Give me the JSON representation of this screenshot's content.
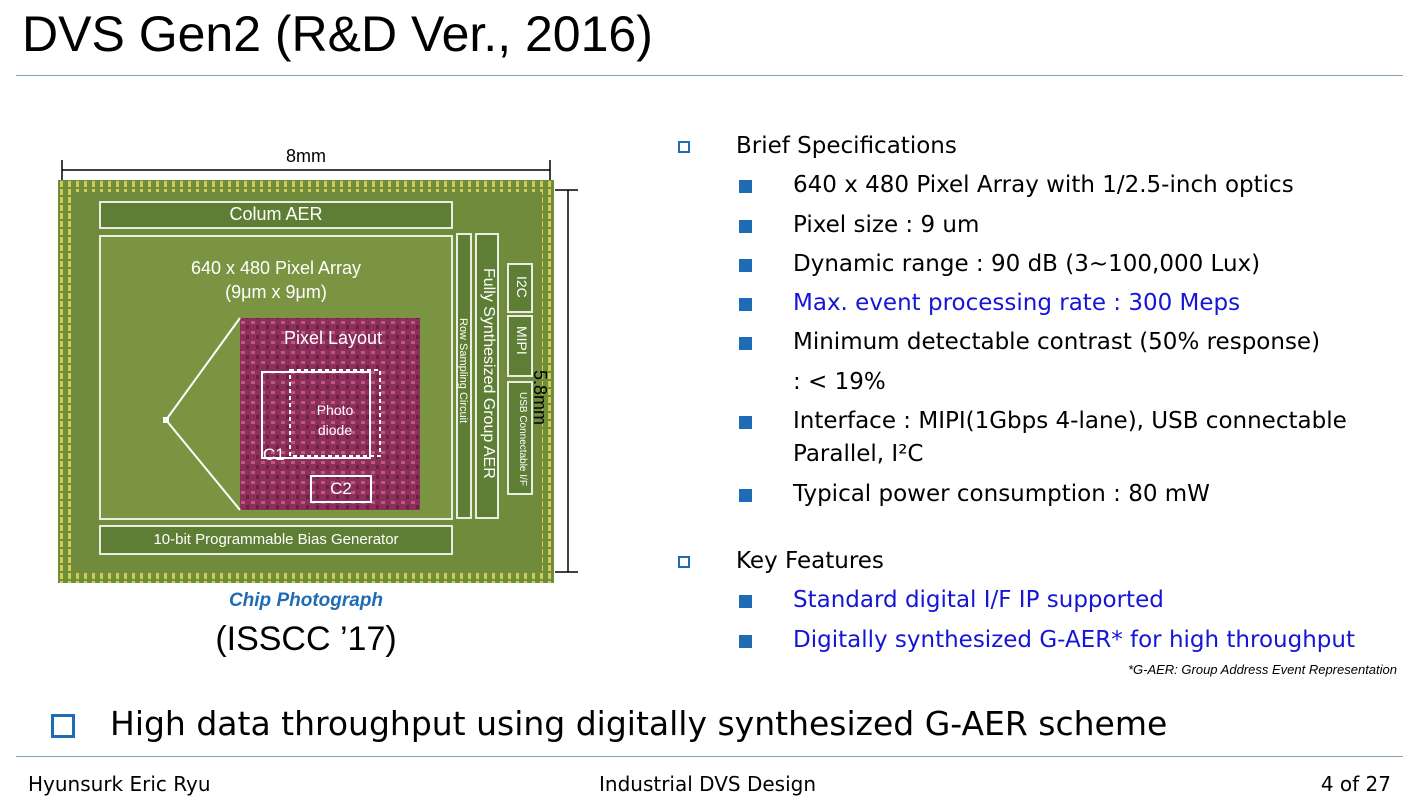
{
  "slide": {
    "title": "DVS Gen2 (R&D Ver., 2016)"
  },
  "figure": {
    "dim_width": "8mm",
    "dim_height": "5.8mm",
    "block_column_aer": "Colum AER",
    "block_pixel_array_line1": "640 x 480 Pixel Array",
    "block_pixel_array_line2": "(9μm x 9μm)",
    "block_pixel_layout": "Pixel Layout",
    "block_photo_line1": "Photo",
    "block_photo_line2": "diode",
    "block_c1": "C1",
    "block_c2": "C2",
    "block_row_sampling": "Row Sampling Circuit",
    "block_group_aer": "Fully Synthesized Group AER",
    "block_i2c": "I2C",
    "block_mipi": "MIPI",
    "block_usb": "USB Connectable I/F",
    "block_bias": "10-bit Programmable Bias Generator",
    "caption": "Chip Photograph",
    "citation": "(ISSCC ’17)"
  },
  "specs": {
    "heading": "Brief Specifications",
    "items": [
      "640 x 480 Pixel Array with 1/2.5-inch optics",
      "Pixel size : 9 um",
      "Dynamic range : 90 dB (3~100,000 Lux)",
      "Max. event processing rate : 300 Meps",
      "Minimum detectable contrast (50% response)",
      ": < 19%",
      "Interface : MIPI(1Gbps 4-lane), USB connectable",
      "Parallel, I²C",
      "Typical power consumption : 80 mW"
    ]
  },
  "features": {
    "heading": "Key Features",
    "items": [
      "Standard digital I/F IP supported",
      "Digitally synthesized G-AER* for high throughput"
    ],
    "footnote": "*G-AER: Group Address Event Representation"
  },
  "summary": "High data throughput using digitally synthesized G-AER scheme",
  "footer": {
    "author": "Hyunsurk Eric Ryu",
    "topic": "Industrial DVS Design",
    "page": "4 of 27"
  },
  "colors": {
    "accent": "#1f6cb5",
    "highlight_text": "#1515d6",
    "rule": "#7fa3b8"
  }
}
